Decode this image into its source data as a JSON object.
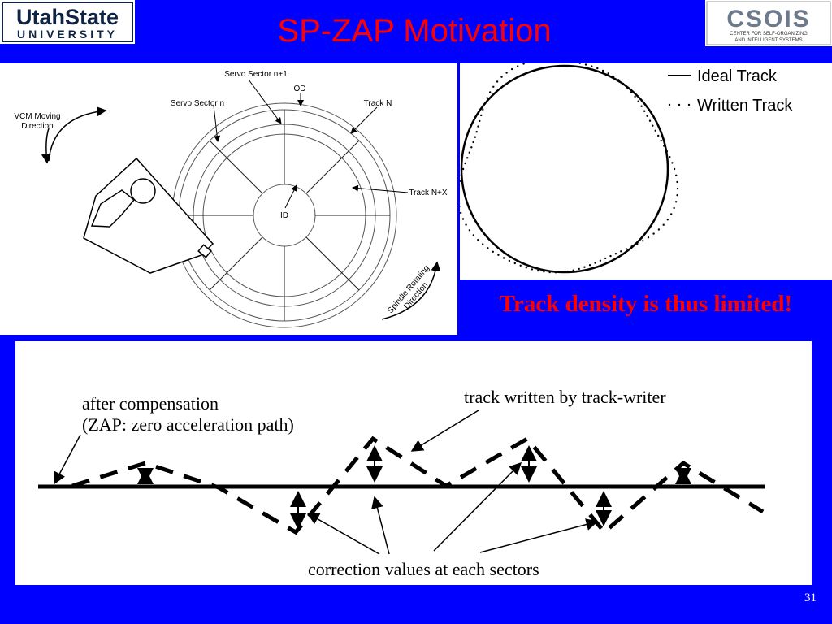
{
  "header": {
    "title": "SP-ZAP Motivation",
    "usu_logo": {
      "line1": "UtahState",
      "line2": "UNIVERSITY"
    },
    "csois_logo": {
      "name": "CSOIS",
      "tagline1": "CENTER FOR SELF-ORGANIZING",
      "tagline2": "AND INTELLIGENT SYSTEMS"
    }
  },
  "disk_diagram": {
    "labels": {
      "servo_sector_n1": "Servo Sector n+1",
      "od": "OD",
      "servo_sector_n": "Servo Sector n",
      "track_n": "Track N",
      "vcm_line1": "VCM Moving",
      "vcm_line2": "Direction",
      "track_nx": "Track N+X",
      "id": "ID",
      "spindle_line1": "Spindle Rotating",
      "spindle_line2": "Direction"
    }
  },
  "track_diagram": {
    "legend": {
      "ideal": "Ideal Track",
      "written": "Written Track"
    }
  },
  "callout": "Track density is thus limited!",
  "zap_diagram": {
    "after_comp_line1": "after compensation",
    "after_comp_line2": "(ZAP: zero acceleration path)",
    "track_written": "track written by track-writer",
    "correction": "correction values at each sectors"
  },
  "footer": {
    "slide_number": "31"
  },
  "colors": {
    "background": "#0000ff",
    "title": "#ff0000",
    "callout": "#ff0000",
    "usu_logo": "#0f2343"
  }
}
